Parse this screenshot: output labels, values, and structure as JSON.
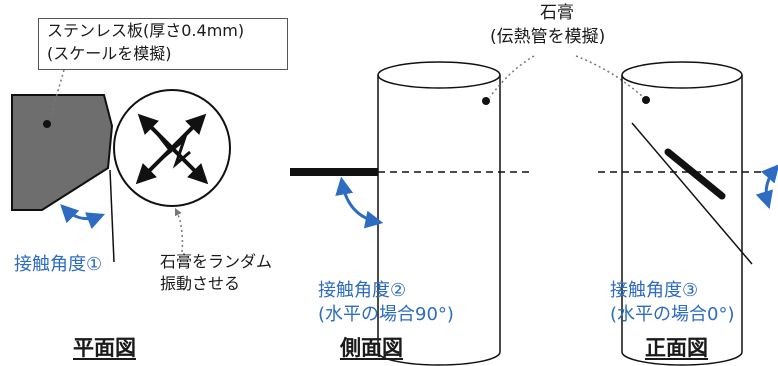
{
  "callout": {
    "line1": "ステンレス板(厚さ0.4mm)",
    "line2": "(スケールを模擬)"
  },
  "gypsum_label": {
    "line1": "石膏",
    "line2": "(伝熱管を模擬)"
  },
  "vibration_note": {
    "line1": "石膏をランダム",
    "line2": "振動させる"
  },
  "angles": [
    {
      "label": "接触角度①"
    },
    {
      "label": "接触角度②",
      "note": "(水平の場合90°)"
    },
    {
      "label": "接触角度③",
      "note": "(水平の場合0°)"
    }
  ],
  "views": {
    "plan": "平面図",
    "side": "側面図",
    "front": "正面図"
  },
  "colors": {
    "accent_blue": "#2d6cc0",
    "plate_gray": "#6e6e6e",
    "line": "#111111"
  }
}
